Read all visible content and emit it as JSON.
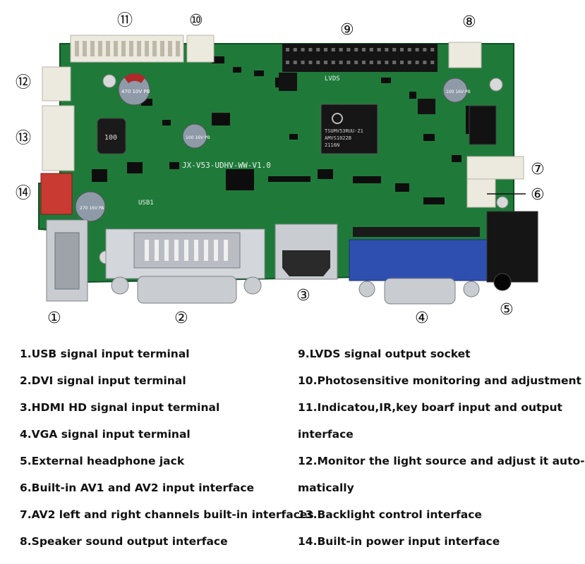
{
  "board": {
    "silkscreen_model": "JX-V53-UDHV-WW-V1.0",
    "lvds_label": "LVDS",
    "usb_label": "USB1",
    "chip_lines": [
      "TSUMV53RUU-Z1",
      "AMVS1022B",
      "2116N"
    ],
    "cap_labels": [
      "470 10V PB",
      "100 16V PB",
      "100 16V PB",
      "270 16V PA"
    ],
    "inductor_label": "100"
  },
  "callouts": [
    "①",
    "②",
    "③",
    "④",
    "⑤",
    "⑥",
    "⑦",
    "⑧",
    "⑨",
    "⑩",
    "⑪",
    "⑫",
    "⑬",
    "⑭"
  ],
  "legend_left": [
    "1.USB signal input terminal",
    "2.DVI signal input terminal",
    "3.HDMI HD signal input terminal",
    "4.VGA signal input terminal",
    "5.External headphone jack",
    "6.Built-in AV1 and AV2 input interface",
    "7.AV2 left and right channels built-in interfaces",
    "8.Speaker sound output interface"
  ],
  "legend_right": [
    "9.LVDS signal output socket",
    "10.Photosensitive monitoring and adjustment",
    "11.Indicatou,IR,key boarf input and output",
    "interface",
    "12.Monitor the light source and adjust it auto-",
    "matically",
    "13.Backlight control interface",
    "14.Built-in power input interface"
  ],
  "colors": {
    "pcb": "#1f7a3a",
    "pcb_dark": "#125a28",
    "connector_white": "#ece9df",
    "connector_red": "#c83a32",
    "vga_blue": "#2f4fb0",
    "metal": "#c9ccd0",
    "capacitor": "#8f9aa8"
  }
}
